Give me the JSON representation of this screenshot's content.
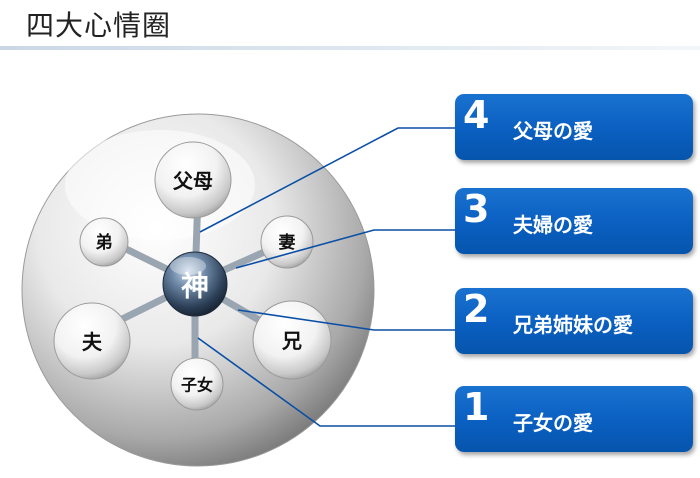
{
  "header": {
    "title": "四大心情圈"
  },
  "diagram": {
    "center": "神",
    "nodes": {
      "top": "父母",
      "upper_left": "弟",
      "upper_right": "妻",
      "left": "夫",
      "right": "兄",
      "bottom": "子女"
    }
  },
  "boxes": [
    {
      "number": "4",
      "label": "父母の愛"
    },
    {
      "number": "3",
      "label": "夫婦の愛"
    },
    {
      "number": "2",
      "label": "兄弟姉妹の愛"
    },
    {
      "number": "1",
      "label": "子女の愛"
    }
  ],
  "colors": {
    "box_blue": "#0a5fc0",
    "connector": "#0a4fa6"
  }
}
